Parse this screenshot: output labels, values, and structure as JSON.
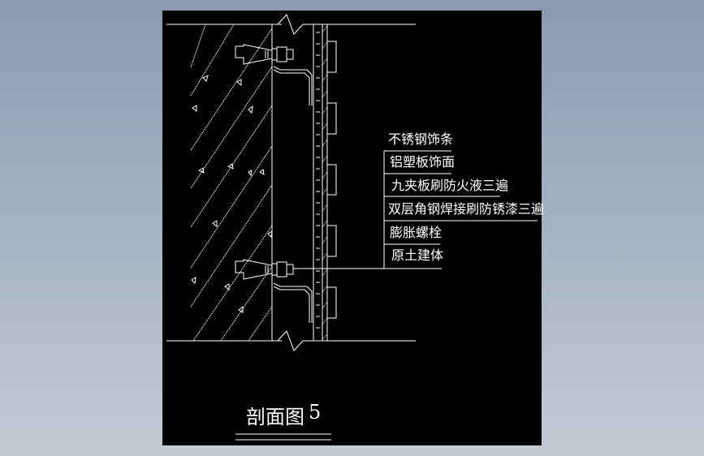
{
  "drawing": {
    "title": "剖面图",
    "number": "5",
    "background_color": "#000000",
    "line_color": "#ffffff"
  },
  "labels": [
    {
      "text": "不锈钢饰条"
    },
    {
      "text": "铝塑板饰面"
    },
    {
      "text": "九夹板刷防火液三遍"
    },
    {
      "text": "双层角钢焊接刷防锈漆三遍"
    },
    {
      "text": "膨胀螺栓"
    },
    {
      "text": "原土建体"
    }
  ]
}
